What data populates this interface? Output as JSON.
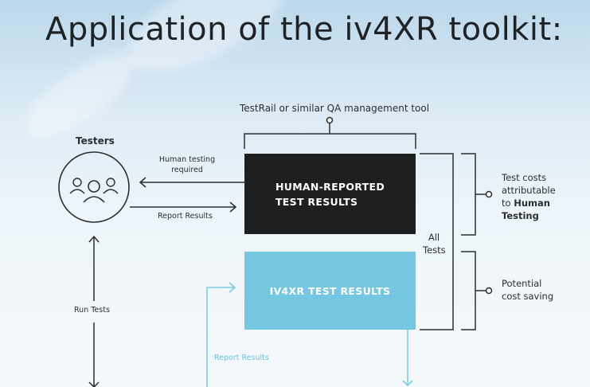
{
  "title": "Application of the iv4XR toolkit:",
  "qa_tool_label": "TestRail or similar QA management tool",
  "testers": {
    "heading": "Testers",
    "human_testing_label": "Human testing\nrequired",
    "report_results_label": "Report Results",
    "run_tests_label": "Run Tests"
  },
  "boxes": {
    "human_reported": "HUMAN-REPORTED\nTEST RESULTS",
    "iv4xr": "IV4XR TEST RESULTS"
  },
  "report_results_blue_label": "Report Results",
  "all_tests_label": "All\nTests",
  "costs": {
    "human_prefix": "Test costs\nattributable\nto ",
    "human_bold": "Human\nTesting",
    "saving": "Potential\ncost saving"
  },
  "colors": {
    "dark_box": "#1d1f20",
    "blue_box": "#74c6e1",
    "blue_line": "#7ccbe6",
    "ink": "#2a2e31"
  }
}
